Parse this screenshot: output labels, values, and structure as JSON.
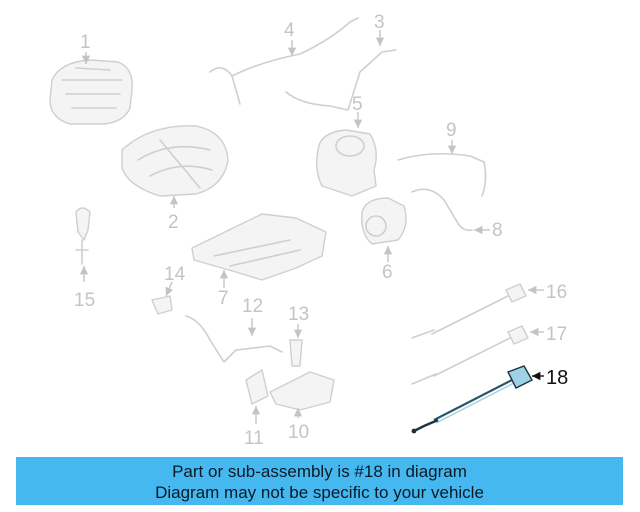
{
  "diagram": {
    "callouts": {
      "c1": "1",
      "c2": "2",
      "c3": "3",
      "c4": "4",
      "c5": "5",
      "c6": "6",
      "c7": "7",
      "c8": "8",
      "c9": "9",
      "c10": "10",
      "c11": "11",
      "c12": "12",
      "c13": "13",
      "c14": "14",
      "c15": "15",
      "c16": "16",
      "c17": "17",
      "c18": "18"
    },
    "highlight_color": "#9fd2e6",
    "muted_color": "#cfcfcf"
  },
  "banner": {
    "line1": "Part or sub-assembly is #18 in diagram",
    "line2": "Diagram may not be specific to your vehicle",
    "color": "#46b8f0"
  }
}
